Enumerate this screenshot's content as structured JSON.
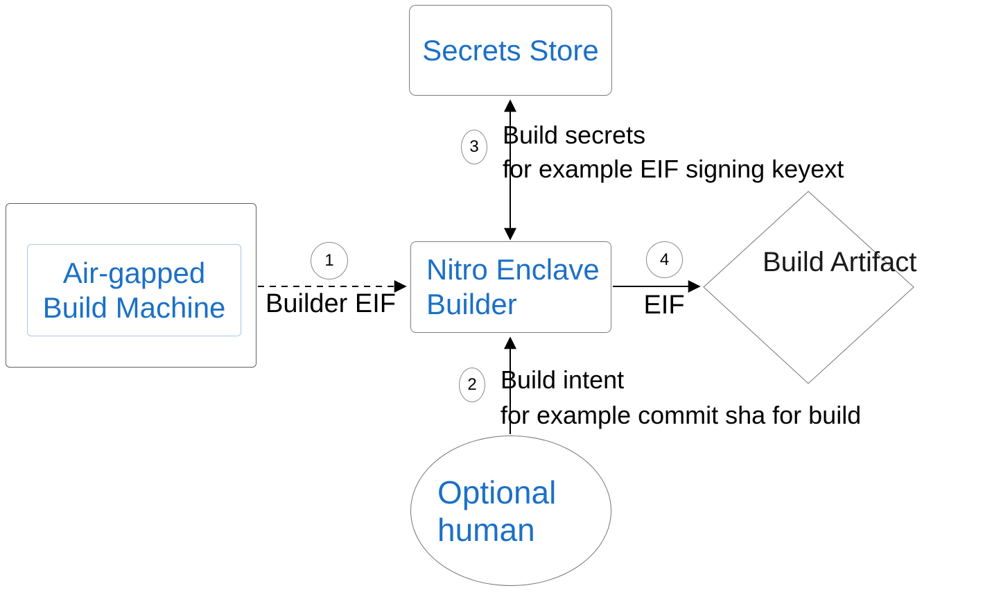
{
  "nodes": {
    "secrets_store": {
      "label": "Secrets Store"
    },
    "air_gapped_build_machine": {
      "line1": "Air-gapped",
      "line2": "Build Machine"
    },
    "nitro_enclave_builder": {
      "line1": "Nitro Enclave",
      "line2": "Builder"
    },
    "build_artifact": {
      "line1": "Build",
      "line2": "Artifact"
    },
    "optional_human": {
      "line1": "Optional",
      "line2": "human"
    }
  },
  "edges": {
    "e1": {
      "badge": "1",
      "label": "Builder EIF",
      "style": "dashed",
      "from": "air_gapped_build_machine",
      "to": "nitro_enclave_builder"
    },
    "e2": {
      "badge": "2",
      "label_line1": "Build intent",
      "label_line2": "for example commit sha for build",
      "style": "solid",
      "from": "optional_human",
      "to": "nitro_enclave_builder"
    },
    "e3": {
      "badge": "3",
      "label_line1": "Build secrets",
      "label_line2": "for example EIF signing keyext",
      "style": "solid",
      "bidirectional": true,
      "between": [
        "nitro_enclave_builder",
        "secrets_store"
      ]
    },
    "e4": {
      "badge": "4",
      "label": "EIF",
      "style": "solid",
      "from": "nitro_enclave_builder",
      "to": "build_artifact"
    }
  },
  "colors": {
    "node_text_blue": "#1b70c6",
    "edge_text_black": "#000000",
    "shape_border_gray": "#7d7d7d",
    "inner_box_border_blue": "#a8c8ea",
    "arrow_black": "#000000",
    "background": "#ffffff"
  }
}
